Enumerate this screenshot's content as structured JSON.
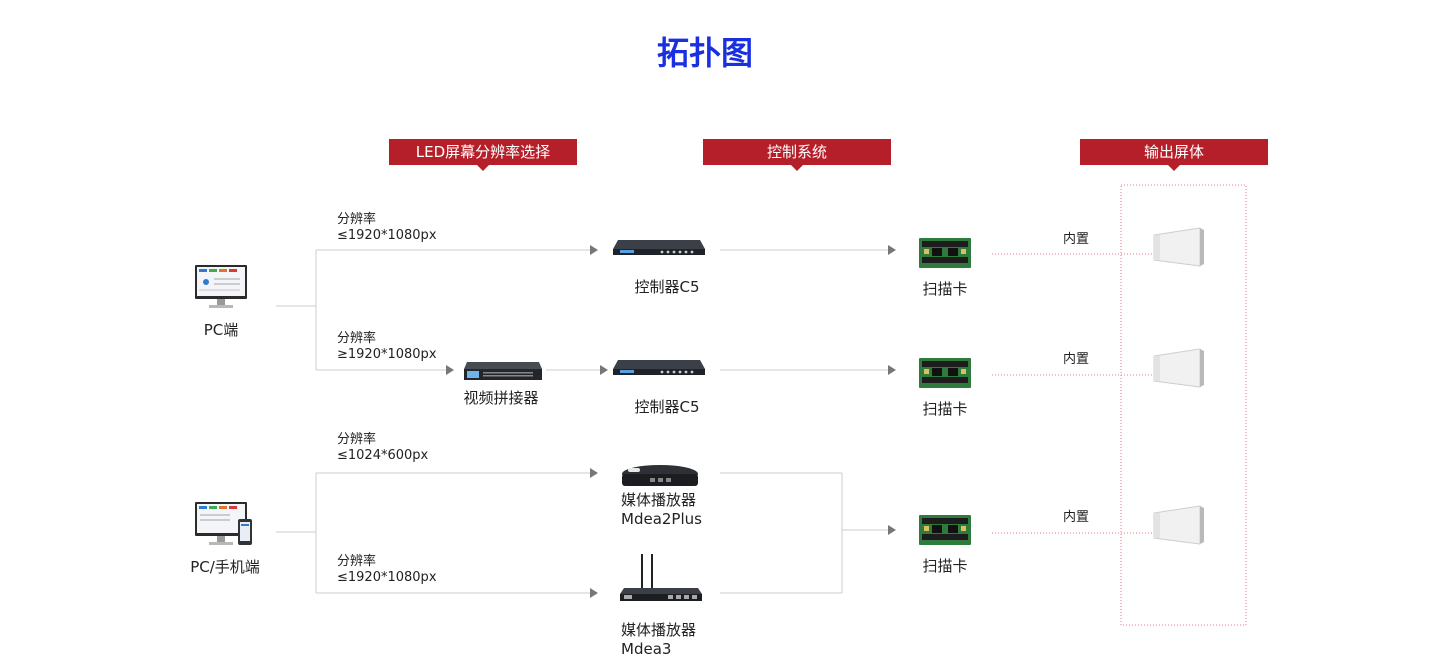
{
  "title": "拓扑图",
  "columns": {
    "input": "LED屏幕分辨率选择",
    "control": "控制系统",
    "output": "输出屏体"
  },
  "sources": {
    "pc": "PC端",
    "pc_mobile": "PC/手机端"
  },
  "resolutions": [
    {
      "label": "分辨率",
      "value": "≤1920*1080px"
    },
    {
      "label": "分辨率",
      "value": "≥1920*1080px"
    },
    {
      "label": "分辨率",
      "value": "≤1024*600px"
    },
    {
      "label": "分辨率",
      "value": "≤1920*1080px"
    }
  ],
  "devices": {
    "splicer": "视频拼接器",
    "controller_1": "控制器C5",
    "controller_2": "控制器C5",
    "media_player_1_line1": "媒体播放器",
    "media_player_1_line2": "Mdea2Plus",
    "media_player_2_line1": "媒体播放器",
    "media_player_2_line2": "Mdea3",
    "scan_card_1": "扫描卡",
    "scan_card_2": "扫描卡",
    "scan_card_3": "扫描卡"
  },
  "builtin": [
    "内置",
    "内置",
    "内置"
  ],
  "colors": {
    "title": "#1a2fe0",
    "tag": "#b51f29",
    "line": "#cccccc",
    "arrow": "#777777",
    "dotted": "#e07a80"
  }
}
